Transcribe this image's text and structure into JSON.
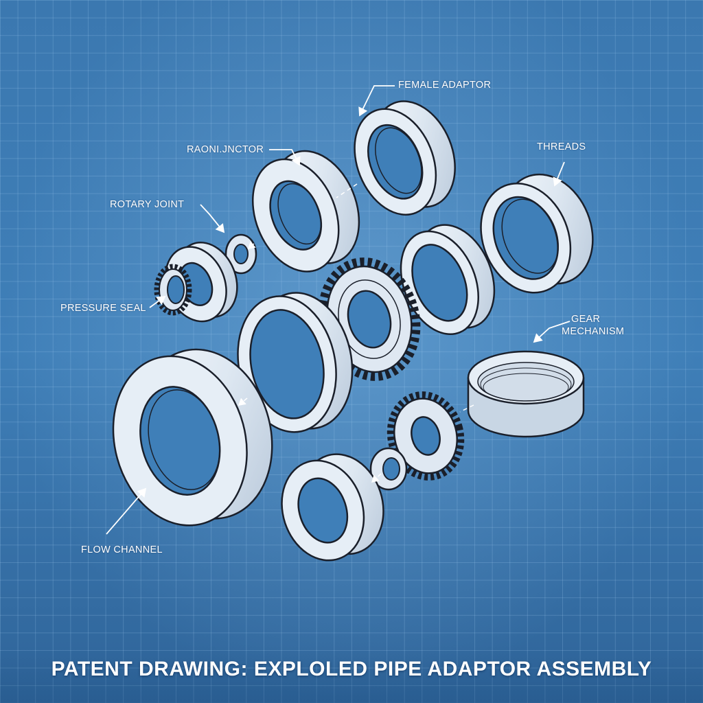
{
  "title": "PATENT DRAWING: EXPLOLED PIPE ADAPTOR ASSEMBLY",
  "labels": {
    "female_adaptor": "FEMALE ADAPTOR",
    "radial_junctor": "RAONI.JNCTOR",
    "threads": "THREADS",
    "rotary_joint": "ROTARY JOINT",
    "pressure_seal": "PRESSURE SEAL",
    "gear": "GEAR",
    "mechanism": "MECHANISM",
    "flow_channel": "FLOW CHANNEL"
  },
  "colors": {
    "background": "#3f7fb8",
    "grid": "#aad2f5",
    "part_fill": "#dfe8f2",
    "part_shadow": "#b9c8d8",
    "outline": "#1a1f2a",
    "label": "#ffffff"
  }
}
